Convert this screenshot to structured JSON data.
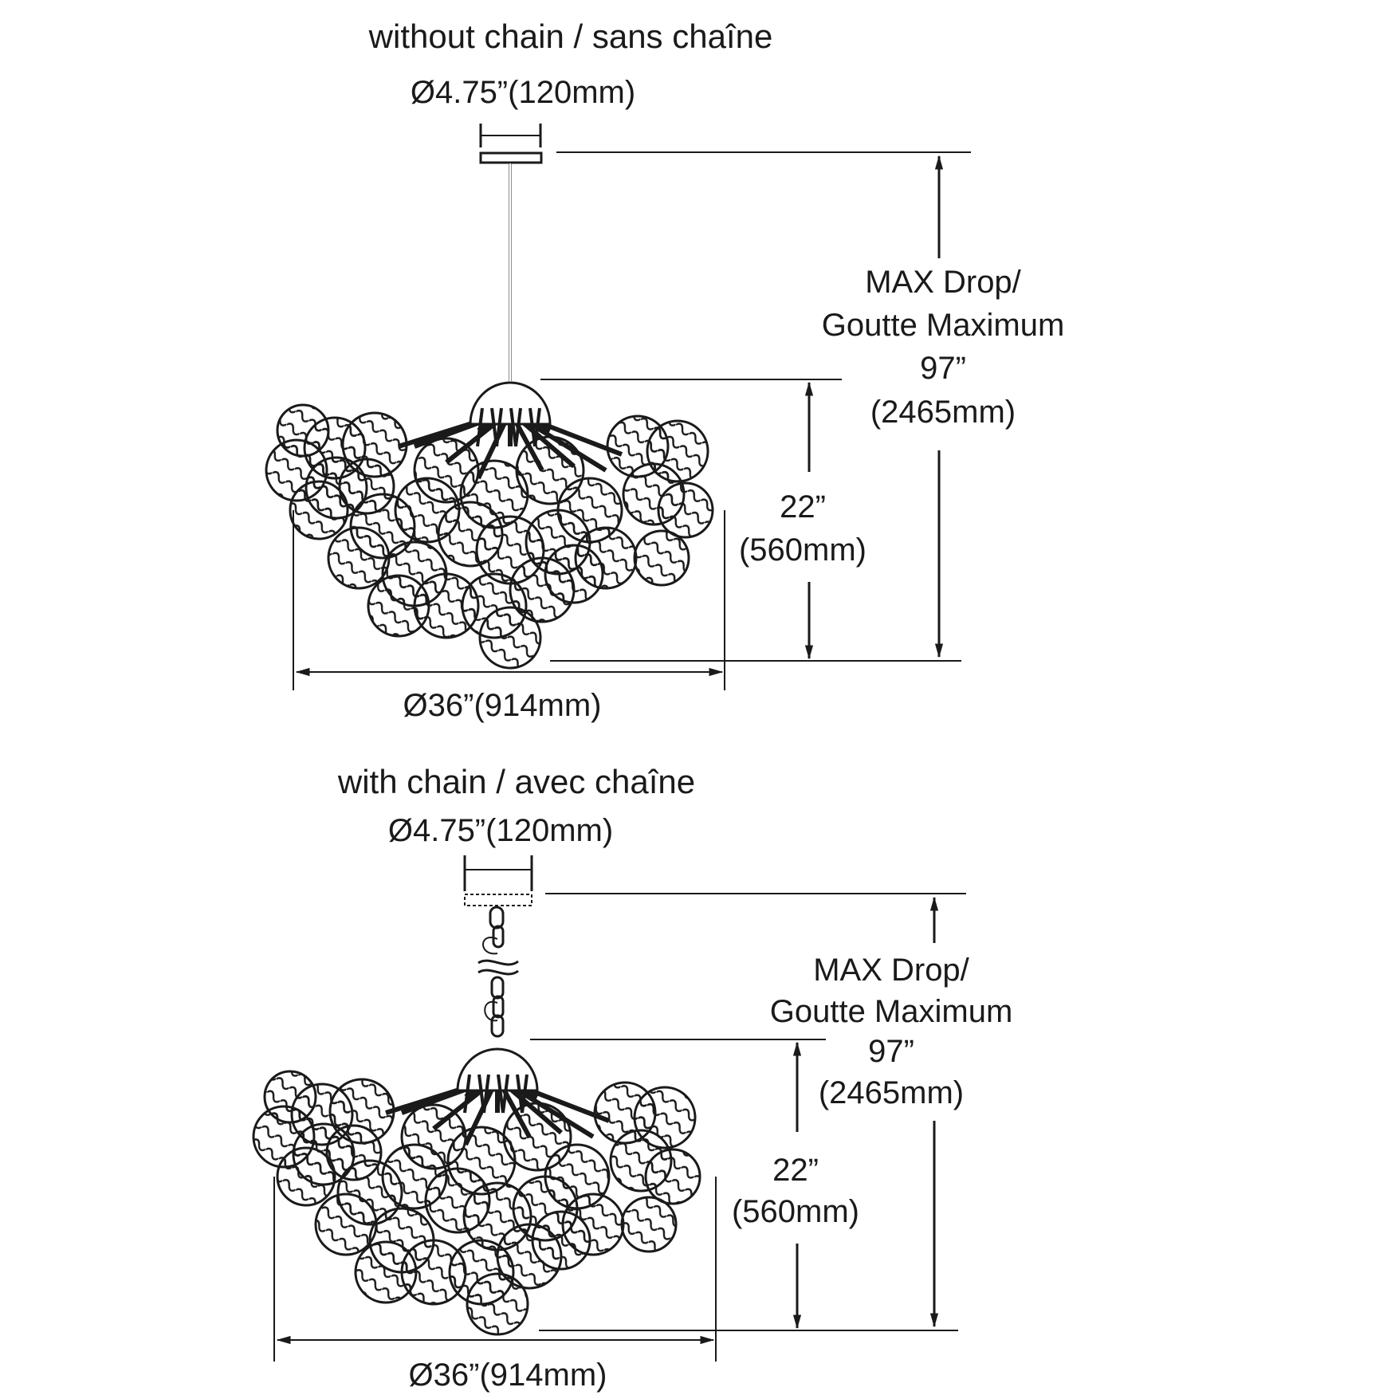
{
  "views": [
    {
      "caption": "without chain / sans chaîne",
      "canopy_dim": "Ø4.75”(120mm)",
      "max_drop_line1": "MAX Drop/",
      "max_drop_line2": "Goutte Maximum",
      "max_drop_line3": "97”",
      "max_drop_line4": "(2465mm)",
      "height_line1": "22”",
      "height_line2": "(560mm)",
      "width_dim": "Ø36”(914mm)",
      "suspension": "rod"
    },
    {
      "caption": "with chain / avec chaîne",
      "canopy_dim": "Ø4.75”(120mm)",
      "max_drop_line1": "MAX Drop/",
      "max_drop_line2": "Goutte Maximum",
      "max_drop_line3": "97”",
      "max_drop_line4": "(2465mm)",
      "height_line1": "22”",
      "height_line2": "(560mm)",
      "width_dim": "Ø36”(914mm)",
      "suspension": "chain"
    }
  ],
  "colors": {
    "ink": "#1a1a1a",
    "background": "#ffffff"
  },
  "icons": [
    "pendant-fixture-icon",
    "chain-icon"
  ]
}
